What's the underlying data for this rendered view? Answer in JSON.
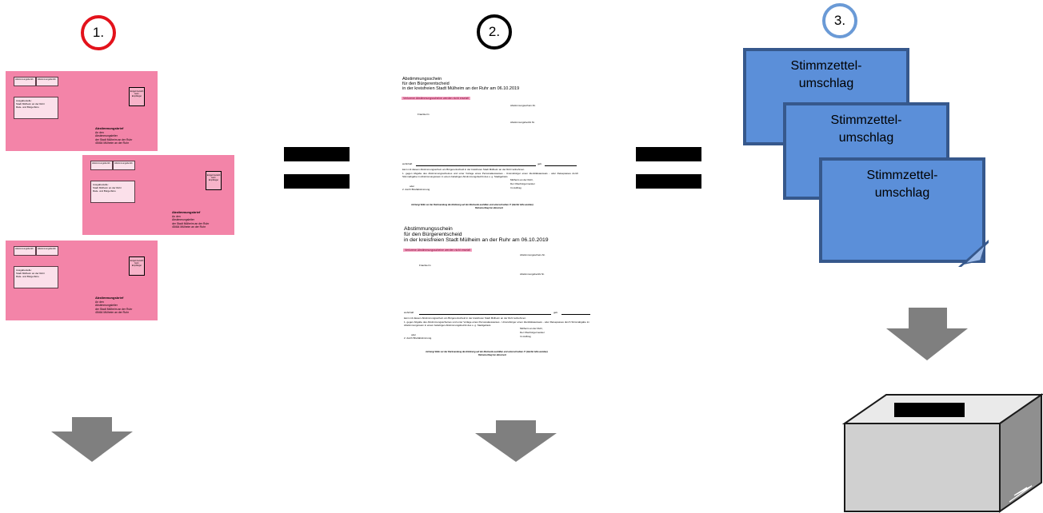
{
  "steps": [
    {
      "number": "1.",
      "color": "#e3121b"
    },
    {
      "number": "2.",
      "color": "#000000"
    },
    {
      "number": "3.",
      "color": "#6a9ad6"
    }
  ],
  "envelope": {
    "box1": "Abstimmungsbezirk",
    "box2": "Abstimmungsbezirk",
    "sender_lines": [
      "Ausgabestelle:",
      "Stadt Mülheim an der Ruhr",
      "Rats- und Bürgerbüro"
    ],
    "stamp": "Entgelt bezahlt beim Empfänger",
    "recipient_title": "Abstimmungsbrief",
    "recipient_lines": [
      "An den",
      "Abstimmungsleiter",
      "der Stadt Mülheim an der Ruhr",
      "45464 Mülheim an der Ruhr"
    ]
  },
  "document": {
    "title_lines": [
      "Abstimmungsschein",
      "für den Bürgerentscheid",
      "in der kreisfreien Stadt Mülheim an der Ruhr am 06.10.2019"
    ],
    "warning": "Verlorene Abstimmungsscheine werden nicht ersetzt!",
    "field_nr": "Abstimmungsschein-Nr.",
    "addressee": "Frau/Herrn",
    "field_bezirk": "Abstimmungsbezirk Nr.",
    "wohnhaft": "wohnhaft",
    "geb": "geb.",
    "intro": "kann mit diesem Abstimmungsschein am Bürgerentscheid in der kreisfreien Stadt Mülheim an der Ruhr teilnehmen",
    "option1": "1.  gegen Abgabe des Abstimmungsscheines und unter Vorlage eines Personalausweises - Unionsbürger einen Identitätsausweis - oder Reisepasses durch Stimmabgabe im Abstimmungsraum in einem beliebigen Abstimmungsbezirk des o. g. Stadtgebiets",
    "oder": "oder",
    "option2": "2.  durch Briefabstimmung.",
    "signature": [
      "Mülheim an der Ruhr,",
      "Der Oberbürgermeister",
      "Im Auftrag"
    ],
    "footer": "Achtung! Bitte vor der Rücksendung die Erklärung auf der Rückseite ausfüllen und unterschreiben !!! (Hierfür bitte wenden)",
    "footer2": "Rückumschlag hier abtrennen!"
  },
  "ballot_envelopes": [
    {
      "line1": "Stimmzettel-",
      "line2": "umschlag"
    },
    {
      "line1": "Stimmzettel-",
      "line2": "umschlag"
    },
    {
      "line1": "Stimmzettel-",
      "line2": "umschlag"
    }
  ],
  "colors": {
    "envelope_pink": "#f384a8",
    "ballot_blue": "#5b8fd9",
    "arrow_gray": "#7f7f7f",
    "box_gray": "#d0d0d0"
  }
}
